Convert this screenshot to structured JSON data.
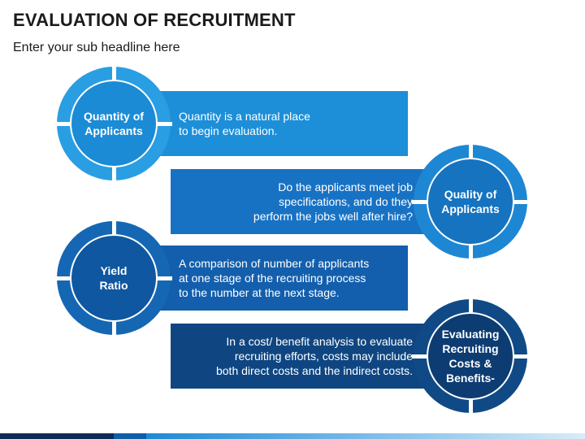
{
  "title": "EVALUATION OF RECRUITMENT",
  "subtitle": "Enter your sub headline here",
  "steps": [
    {
      "circle_label": "Quantity of\nApplicants",
      "description": "Quantity is a natural place\nto begin evaluation.",
      "ring_color": "#2a9ee2",
      "inner_color": "#1b8bd5",
      "bar_color": "#1d8fd9"
    },
    {
      "circle_label": "Quality of\nApplicants",
      "description": "Do the applicants meet job\nspecifications, and do they\nperform the jobs well after hire?",
      "ring_color": "#1e87d4",
      "inner_color": "#1673bf",
      "bar_color": "#1872c4"
    },
    {
      "circle_label": "Yield\nRatio",
      "description": "A comparison of number of applicants\nat one stage of the recruiting process\nto the number at the next stage.",
      "ring_color": "#1567b3",
      "inner_color": "#0f57a0",
      "bar_color": "#135fad"
    },
    {
      "circle_label": "Evaluating\nRecruiting\nCosts &\nBenefits-",
      "description": "In a cost/ benefit analysis to evaluate\nrecruiting efforts, costs may include\nboth direct costs and the indirect costs.",
      "ring_color": "#104a86",
      "inner_color": "#0c3c72",
      "bar_color": "#0f4682"
    }
  ]
}
